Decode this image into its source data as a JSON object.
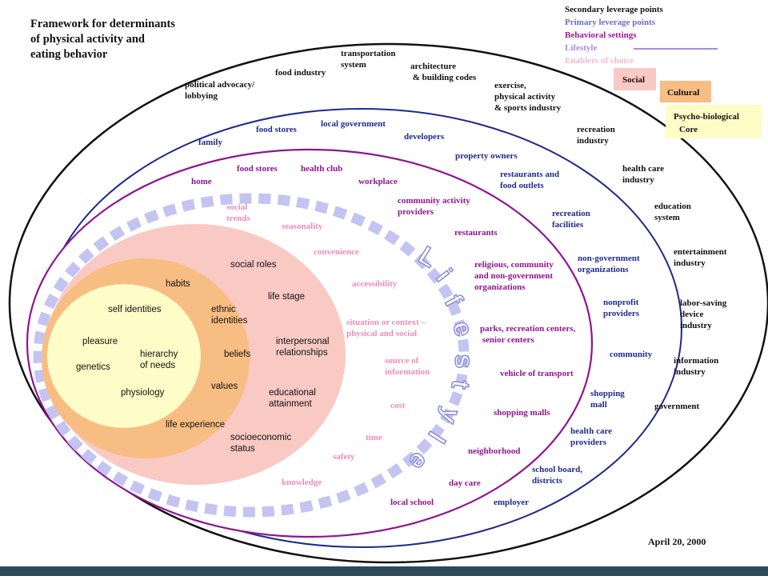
{
  "title": [
    "Framework for determinants",
    " of physical activity and",
    "eating behavior"
  ],
  "date": "April 20, 2000",
  "colors": {
    "secondary": "#111111",
    "primary": "#1f2a8c",
    "behavioral": "#8e1590",
    "lifestyle": "#a78be0",
    "enablers": "#f08bb8",
    "social": "#f9c9c3",
    "cultural": "#f7bd83",
    "core": "#fefcc7"
  },
  "legend": {
    "secondary": "Secondary leverage points",
    "primary": "Primary leverage points",
    "behavioral": "Behavioral settings",
    "lifestyle": "Lifestyle",
    "enablers": "Enablers of choice",
    "social": "Social",
    "cultural": "Cultural",
    "core": [
      "Psycho-biological",
      "Core"
    ]
  },
  "lifestyle_word": [
    "L",
    "i",
    "f",
    "e",
    "s",
    "t",
    "y",
    "l",
    "e"
  ],
  "secondary": {
    "political": [
      "political advocacy/",
      "lobbying"
    ],
    "food_industry": [
      "food industry"
    ],
    "transportation": [
      "transportation",
      "system"
    ],
    "architecture": [
      "architecture",
      " & building codes"
    ],
    "exercise": [
      "exercise,",
      "physical  activity",
      "& sports industry"
    ],
    "recreation_industry": [
      "recreation",
      "industry"
    ],
    "health_care_industry": [
      "health care",
      "industry"
    ],
    "education": [
      "education",
      "system"
    ],
    "entertainment": [
      "entertainment",
      "industry"
    ],
    "labor_saving": [
      "labor-saving",
      "device",
      "industry"
    ],
    "information": [
      "information",
      "industry"
    ],
    "government": [
      "government"
    ]
  },
  "primary": {
    "family": [
      "family"
    ],
    "food_stores": [
      "food stores"
    ],
    "local_government": [
      "local government"
    ],
    "developers": [
      "developers"
    ],
    "property_owners": [
      "property owners"
    ],
    "restaurants_outlets": [
      "restaurants and",
      "food outlets"
    ],
    "recreation_facilities": [
      "recreation",
      "facilities"
    ],
    "non_government": [
      "non-government",
      "organizations"
    ],
    "nonprofit": [
      "nonprofit",
      "providers"
    ],
    "community": [
      "community"
    ],
    "shopping_mall": [
      "shopping",
      "mall"
    ],
    "health_care_providers": [
      "health care",
      "providers"
    ],
    "school_board": [
      "school board,",
      "districts"
    ],
    "employer": [
      "employer"
    ]
  },
  "behavioral": {
    "home": [
      "home"
    ],
    "food_stores": [
      "food stores"
    ],
    "health_club": [
      "health club"
    ],
    "workplace": [
      "workplace"
    ],
    "community_activity": [
      "community activity",
      "providers"
    ],
    "restaurants": [
      "restaurants"
    ],
    "religious": [
      "religious, community",
      "and non-government",
      "organizations"
    ],
    "parks": [
      "parks, recreation centers,",
      " senior centers"
    ],
    "vehicle": [
      "vehicle of transport"
    ],
    "shopping_malls": [
      "shopping malls"
    ],
    "neighborhood": [
      "neighborhood"
    ],
    "day_care": [
      "day care"
    ],
    "local_school": [
      "local school"
    ]
  },
  "enablers": {
    "social_trends": [
      "social",
      "trends"
    ],
    "seasonality": [
      "seasonality"
    ],
    "convenience": [
      "convenience"
    ],
    "accessibility": [
      "accessibility"
    ],
    "situation": [
      "situation or context –",
      "physical and social"
    ],
    "source": [
      "source of",
      "information"
    ],
    "cost": [
      "cost"
    ],
    "time": [
      "time"
    ],
    "safety": [
      "safety"
    ],
    "knowledge": [
      "knowledge"
    ]
  },
  "social": {
    "social_roles": [
      "social roles"
    ],
    "life_stage": [
      "life stage"
    ],
    "interpersonal": [
      "interpersonal",
      "relationships"
    ],
    "educational": [
      "educational",
      "attainment"
    ],
    "socioeconomic": [
      "socioeconomic",
      "status"
    ]
  },
  "cultural": {
    "habits": [
      "habits"
    ],
    "ethnic": [
      "ethnic",
      "identities"
    ],
    "beliefs": [
      "beliefs"
    ],
    "values": [
      "values"
    ],
    "life_experience": [
      "life experience"
    ]
  },
  "core": {
    "self_identities": [
      "self identities"
    ],
    "pleasure": [
      "pleasure"
    ],
    "genetics": [
      "genetics"
    ],
    "hierarchy": [
      "hierarchy",
      "of needs"
    ],
    "physiology": [
      "physiology"
    ]
  }
}
